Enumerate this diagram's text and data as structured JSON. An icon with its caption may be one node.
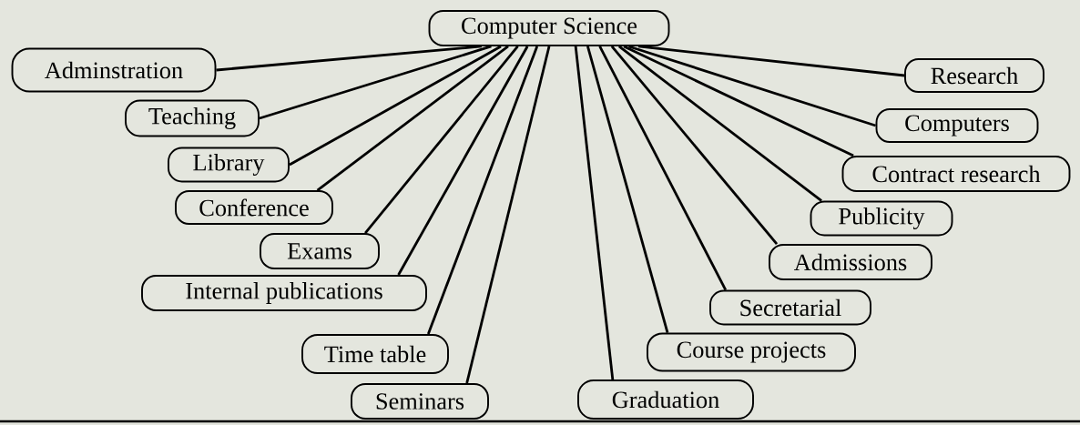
{
  "diagram": {
    "nodes": [
      {
        "text": [
          "Computer Science"
        ]
      },
      {
        "text": [
          "Adminstration"
        ]
      },
      {
        "text": [
          "Teaching"
        ]
      },
      {
        "text": [
          "Library"
        ]
      },
      {
        "text": [
          "Conference"
        ]
      },
      {
        "text": [
          "Exams"
        ]
      },
      {
        "text": [
          "Internal publications"
        ]
      },
      {
        "text": [
          "Time table"
        ]
      },
      {
        "text": [
          "Seminars"
        ]
      },
      {
        "text": [
          "Research"
        ]
      },
      {
        "text": [
          "Computers"
        ]
      },
      {
        "text": [
          "Contract research"
        ]
      },
      {
        "text": [
          "Publicity"
        ]
      },
      {
        "text": [
          "Admissions"
        ]
      },
      {
        "text": [
          "Secretarial"
        ]
      },
      {
        "text": [
          "Course projects"
        ]
      },
      {
        "text": [
          "Graduation"
        ]
      }
    ],
    "edges": [
      {
        "from": 0,
        "to": 1,
        "arrow": "none"
      },
      {
        "from": 0,
        "to": 2,
        "arrow": "none"
      },
      {
        "from": 0,
        "to": 3,
        "arrow": "none"
      },
      {
        "from": 0,
        "to": 4,
        "arrow": "none"
      },
      {
        "from": 0,
        "to": 5,
        "arrow": "none"
      },
      {
        "from": 0,
        "to": 6,
        "arrow": "none"
      },
      {
        "from": 0,
        "to": 7,
        "arrow": "none"
      },
      {
        "from": 0,
        "to": 8,
        "arrow": "none"
      },
      {
        "from": 0,
        "to": 9,
        "arrow": "none"
      },
      {
        "from": 0,
        "to": 10,
        "arrow": "none"
      },
      {
        "from": 0,
        "to": 11,
        "arrow": "none"
      },
      {
        "from": 0,
        "to": 12,
        "arrow": "none"
      },
      {
        "from": 0,
        "to": 13,
        "arrow": "none"
      },
      {
        "from": 0,
        "to": 14,
        "arrow": "none"
      },
      {
        "from": 0,
        "to": 15,
        "arrow": "none"
      },
      {
        "from": 0,
        "to": 16,
        "arrow": "none"
      }
    ]
  }
}
